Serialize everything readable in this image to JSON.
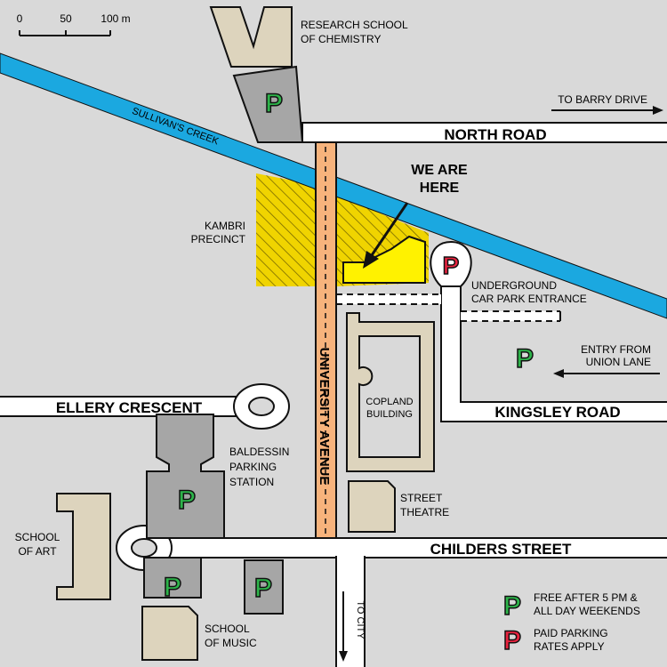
{
  "scale": {
    "zero": "0",
    "mid": "50",
    "max": "100 m"
  },
  "roads": {
    "north_road": "NORTH ROAD",
    "university_avenue": "UNIVERSITY AVENUE",
    "ellery_crescent": "ELLERY CRESCENT",
    "kingsley_road": "KINGSLEY ROAD",
    "childers_street": "CHILDERS STREET"
  },
  "waterway": {
    "name": "SULLIVAN'S CREEK"
  },
  "directions": {
    "barry_drive": "TO BARRY DRIVE",
    "entry_union_line1": "ENTRY FROM",
    "entry_union_line2": "UNION LANE",
    "to_city": "TO CITY"
  },
  "places": {
    "research_line1": "RESEARCH SCHOOL",
    "research_line2": "OF CHEMISTRY",
    "kambri_line1": "KAMBRI",
    "kambri_line2": "PRECINCT",
    "underground_line1": "UNDERGROUND",
    "underground_line2": "CAR PARK ENTRANCE",
    "copland_line1": "COPLAND",
    "copland_line2": "BUILDING",
    "baldessin_line1": "BALDESSIN",
    "baldessin_line2": "PARKING",
    "baldessin_line3": "STATION",
    "street_theatre_line1": "STREET",
    "street_theatre_line2": "THEATRE",
    "school_art_line1": "SCHOOL",
    "school_art_line2": "OF ART",
    "school_music_line1": "SCHOOL",
    "school_music_line2": "OF MUSIC"
  },
  "we_are_here": {
    "line1": "WE ARE",
    "line2": "HERE"
  },
  "parking_symbol": "P",
  "legend": {
    "free_line1": "FREE AFTER 5 PM &",
    "free_line2": "ALL DAY WEEKENDS",
    "paid_line1": "PAID PARKING",
    "paid_line2": "RATES APPLY"
  },
  "colors": {
    "background": "#d9d9d9",
    "creek": "#1ba8e0",
    "avenue": "#f7b37c",
    "building": "#ddd4bd",
    "parking": "#a6a6a6",
    "here": "#fff200",
    "kambri": "#f0d400",
    "free_p": "#2db34a",
    "paid_p": "#e8233f"
  }
}
